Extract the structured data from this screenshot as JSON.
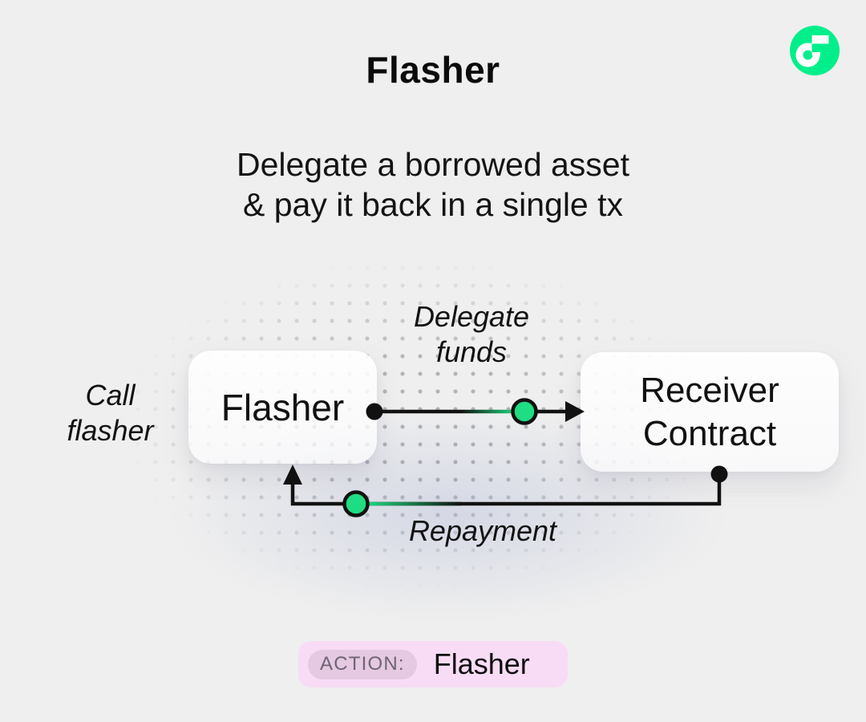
{
  "colors": {
    "background": "#EFEFEF",
    "accent_green": "#1EDD82",
    "flow_green": "#00EF8B",
    "line_black": "#111111",
    "badge_pink": "#F8DCF5",
    "badge_pill_pink": "#E5C8E1",
    "badge_label_gray": "#6E6575"
  },
  "header": {
    "title": "Flasher",
    "subtitle_line1": "Delegate a borrowed asset",
    "subtitle_line2": "& pay it back in a single tx"
  },
  "logo": {
    "name": "flow-logo"
  },
  "diagram": {
    "flasher_node": {
      "label": "Flasher"
    },
    "receiver_node": {
      "label_line1": "Receiver",
      "label_line2": "Contract"
    },
    "call_label": {
      "line1": "Call",
      "line2": "flasher"
    },
    "delegate_label": {
      "line1": "Delegate",
      "line2": "funds"
    },
    "repayment_label": "Repayment"
  },
  "action_badge": {
    "label": "ACTION:",
    "value": "Flasher"
  }
}
